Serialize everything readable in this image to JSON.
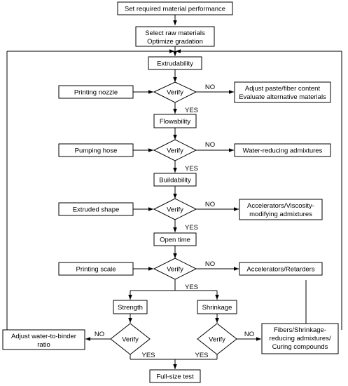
{
  "nodes": {
    "set_performance": "Set required material performance",
    "select_materials": [
      "Select raw materials",
      "Optimize gradation"
    ],
    "extrudability": "Extrudability",
    "printing_nozzle": "Printing nozzle",
    "verify1": "Verify",
    "adjust_paste": [
      "Adjust paste/fiber content",
      "Evaluate alternative materials"
    ],
    "flowability": "Flowability",
    "pumping_hose": "Pumping hose",
    "verify2": "Verify",
    "water_reducing": "Water-reducing admixtures",
    "buildability": "Buildability",
    "extruded_shape": "Extruded shape",
    "verify3": "Verify",
    "accelerators_viscosity": [
      "Accelerators/Viscosity-",
      "modifying admixtures"
    ],
    "open_time": "Open time",
    "printing_scale": "Printing scale",
    "verify4": "Verify",
    "accelerators_retarders": "Accelerators/Retarders",
    "strength": "Strength",
    "shrinkage": "Shrinkage",
    "adjust_water": [
      "Adjust water-to-binder",
      "ratio"
    ],
    "verify5": "Verify",
    "verify6": "Verify",
    "fibers": [
      "Fibers/Shrinkage-",
      "reducing admixtures/",
      "Curing compounds"
    ],
    "full_size": "Full-size test"
  },
  "labels": {
    "no": "NO",
    "yes": "YES"
  }
}
